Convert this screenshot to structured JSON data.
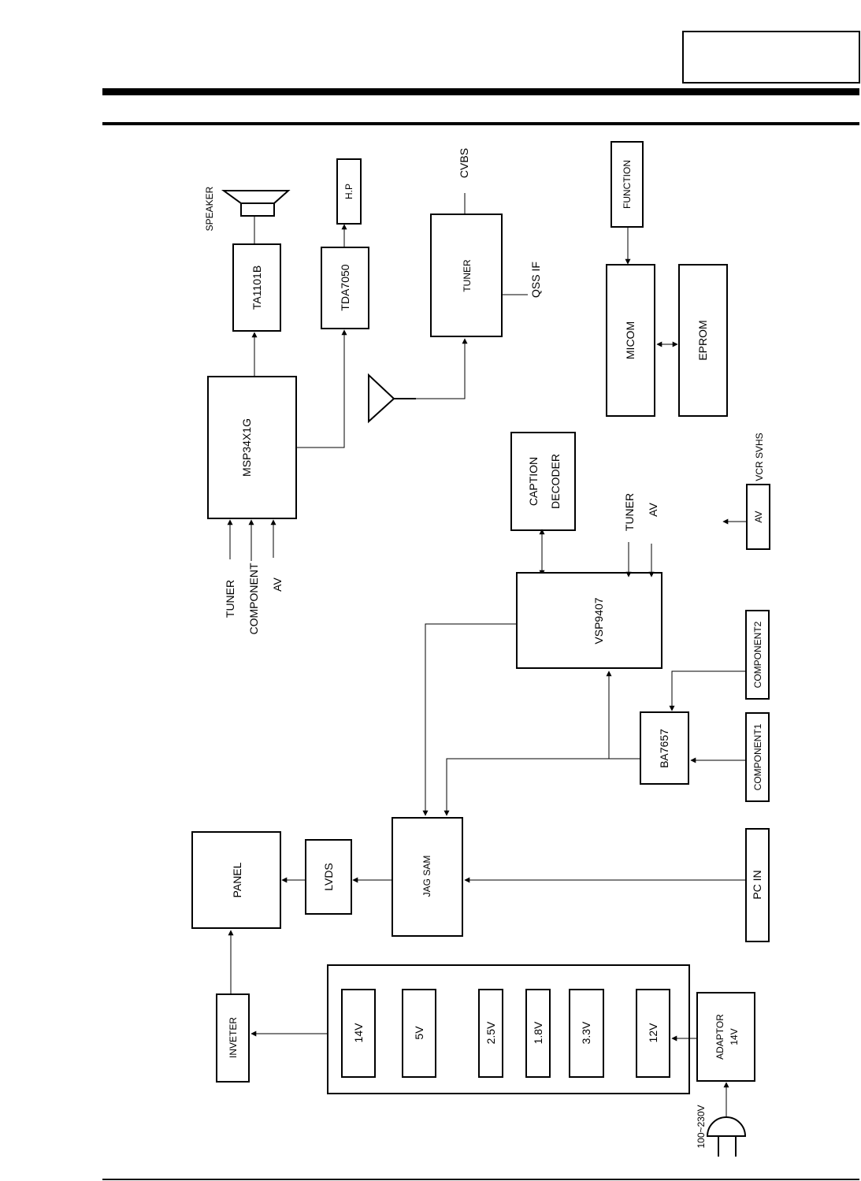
{
  "labels": {
    "speaker": "SPEAKER",
    "ta1101b": "TA1101B",
    "tda7050": "TDA7050",
    "hp": "H.P",
    "tuner_module": "TUNER",
    "cvbs": "CVBS",
    "qss_if": "QSS IF",
    "function": "FUNCTION",
    "micom": "MICOM",
    "eprom": "EPROM",
    "msp34x1g": "MSP34X1G",
    "msp_in_tuner": "TUNER",
    "msp_in_component": "COMPONENT",
    "msp_in_av": "AV",
    "caption_l1": "CAPTION",
    "caption_l2": "DECODER",
    "vsp_in_tuner": "TUNER",
    "vsp_in_av": "AV",
    "vcr_svhs": "VCR SVHS",
    "av_out": "AV",
    "vsp9407": "VSP9407",
    "component2": "COMPONENT2",
    "component1": "COMPONENT1",
    "ba7657": "BA7657",
    "panel": "PANEL",
    "lvds": "LVDS",
    "jag_sam": "JAG SAM",
    "pc_in": "PC IN",
    "inverter": "INVETER",
    "v14": "14V",
    "v5": "5V",
    "v25": "2.5V",
    "v18": "1.8V",
    "v33": "3.3V",
    "v12": "12V",
    "adaptor_l1": "ADAPTOR",
    "adaptor_l2": "14V",
    "mains": "100~230V"
  }
}
